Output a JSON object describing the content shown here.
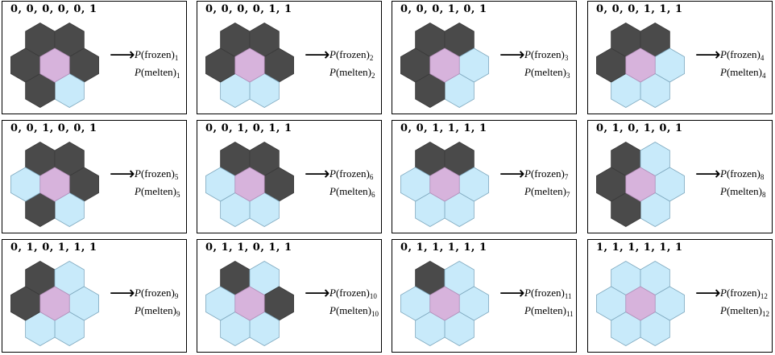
{
  "colors": {
    "frozen": "#4a4a4a",
    "melten": "#c8eafa",
    "center": "#d7b3dc",
    "stroke": "#7fa9bf"
  },
  "panels": [
    {
      "label": "0, 0, 0, 0, 0, 1",
      "states": [
        0,
        0,
        0,
        0,
        0,
        1
      ],
      "frozen_text": "(frozen)",
      "frozen_p": "P",
      "frozen_sub": "1",
      "melten_text": "(melten)",
      "melten_p": "P",
      "melten_sub": "1",
      "arrow": "⟶"
    },
    {
      "label": "0, 0, 0, 0, 1, 1",
      "states": [
        0,
        0,
        0,
        0,
        1,
        1
      ],
      "frozen_text": "(frozen)",
      "frozen_p": "P",
      "frozen_sub": "2",
      "melten_text": "(melten)",
      "melten_p": "P",
      "melten_sub": "2",
      "arrow": "⟶"
    },
    {
      "label": "0, 0, 0, 1, 0, 1",
      "states": [
        0,
        0,
        0,
        1,
        0,
        1
      ],
      "frozen_text": "(frozen)",
      "frozen_p": "P",
      "frozen_sub": "3",
      "melten_text": "(melten)",
      "melten_p": "P",
      "melten_sub": "3",
      "arrow": "⟶"
    },
    {
      "label": "0, 0, 0, 1, 1, 1",
      "states": [
        0,
        0,
        0,
        1,
        1,
        1
      ],
      "frozen_text": "(frozen)",
      "frozen_p": "P",
      "frozen_sub": "4",
      "melten_text": "(melten)",
      "melten_p": "P",
      "melten_sub": "4",
      "arrow": "⟶"
    },
    {
      "label": "0, 0, 1, 0, 0, 1",
      "states": [
        0,
        0,
        1,
        0,
        0,
        1
      ],
      "frozen_text": "(frozen)",
      "frozen_p": "P",
      "frozen_sub": "5",
      "melten_text": "(melten)",
      "melten_p": "P",
      "melten_sub": "5",
      "arrow": "⟶"
    },
    {
      "label": "0, 0, 1, 0, 1, 1",
      "states": [
        0,
        0,
        1,
        0,
        1,
        1
      ],
      "frozen_text": "(frozen)",
      "frozen_p": "P",
      "frozen_sub": "6",
      "melten_text": "(melten)",
      "melten_p": "P",
      "melten_sub": "6",
      "arrow": "⟶"
    },
    {
      "label": "0, 0, 1, 1, 1, 1",
      "states": [
        0,
        0,
        1,
        1,
        1,
        1
      ],
      "frozen_text": "(frozen)",
      "frozen_p": "P",
      "frozen_sub": "7",
      "melten_text": "(melten)",
      "melten_p": "P",
      "melten_sub": "7",
      "arrow": "⟶"
    },
    {
      "label": "0, 1, 0, 1, 0, 1",
      "states": [
        0,
        1,
        0,
        1,
        0,
        1
      ],
      "frozen_text": "(frozen)",
      "frozen_p": "P",
      "frozen_sub": "8",
      "melten_text": "(melten)",
      "melten_p": "P",
      "melten_sub": "8",
      "arrow": "⟶"
    },
    {
      "label": "0, 1, 0, 1, 1, 1",
      "states": [
        0,
        1,
        0,
        1,
        1,
        1
      ],
      "frozen_text": "(frozen)",
      "frozen_p": "P",
      "frozen_sub": "9",
      "melten_text": "(melten)",
      "melten_p": "P",
      "melten_sub": "9",
      "arrow": "⟶"
    },
    {
      "label": "0, 1, 1, 0, 1, 1",
      "states": [
        0,
        1,
        1,
        0,
        1,
        1
      ],
      "frozen_text": "(frozen)",
      "frozen_p": "P",
      "frozen_sub": "10",
      "melten_text": "(melten)",
      "melten_p": "P",
      "melten_sub": "10",
      "arrow": "⟶"
    },
    {
      "label": "0, 1, 1, 1, 1, 1",
      "states": [
        0,
        1,
        1,
        1,
        1,
        1
      ],
      "frozen_text": "(frozen)",
      "frozen_p": "P",
      "frozen_sub": "11",
      "melten_text": "(melten)",
      "melten_p": "P",
      "melten_sub": "11",
      "arrow": "⟶"
    },
    {
      "label": "1, 1, 1, 1, 1, 1",
      "states": [
        1,
        1,
        1,
        1,
        1,
        1
      ],
      "frozen_text": "(frozen)",
      "frozen_p": "P",
      "frozen_sub": "12",
      "melten_text": "(melten)",
      "melten_p": "P",
      "melten_sub": "12",
      "arrow": "⟶"
    }
  ]
}
